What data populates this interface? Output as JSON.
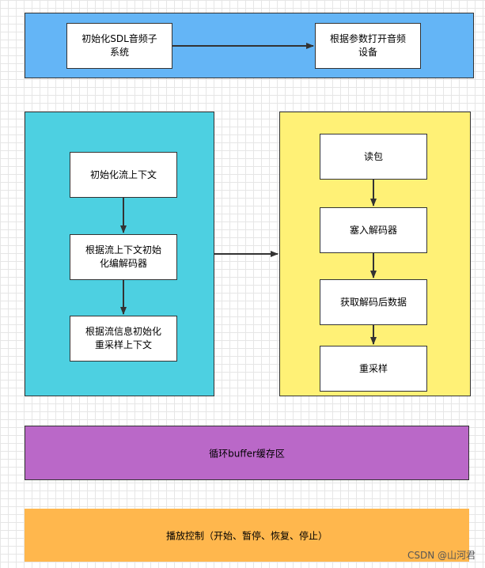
{
  "colors": {
    "top_band": "#64b5f6",
    "left_panel": "#4dd0e1",
    "right_panel": "#fff176",
    "buffer_band": "#ba68c8",
    "control_band": "#ffb74d"
  },
  "top": {
    "init_sdl": "初始化SDL音频子\n系统",
    "open_device": "根据参数打开音频\n设备"
  },
  "left": {
    "init_stream_ctx": "初始化流上下文",
    "init_decoder": "根据流上下文初始\n化编解码器",
    "init_resample": "根据流信息初始化\n重采样上下文"
  },
  "right": {
    "read_packet": "读包",
    "send_decoder": "塞入解码器",
    "get_decoded": "获取解码后数据",
    "resample": "重采样"
  },
  "buffer": {
    "label": "循环buffer缓存区"
  },
  "control": {
    "label": "播放控制（开始、暂停、恢复、停止）"
  },
  "watermark": "CSDN @山河君"
}
